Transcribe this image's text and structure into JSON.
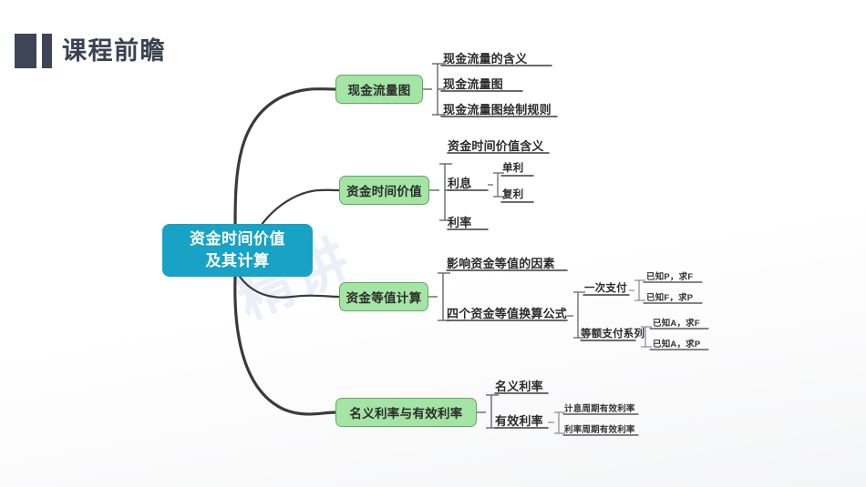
{
  "header": {
    "title": "课程前瞻",
    "accent_color": "#3d4557"
  },
  "watermark": {
    "text": "精讲",
    "color": "#cfe0f2"
  },
  "mindmap": {
    "root": {
      "label": "资金时间价值\n及其计算",
      "line1": "资金时间价值",
      "line2": "及其计算",
      "fill": "#17a2c6",
      "text_color": "#ffffff"
    },
    "branch_fill": "#a4e4a4",
    "branch_border": "#5fa95f",
    "branches": [
      {
        "label": "现金流量图",
        "children": [
          {
            "label": "现金流量的含义",
            "children": []
          },
          {
            "label": "现金流量图",
            "children": []
          },
          {
            "label": "现金流量图绘制规则",
            "children": []
          }
        ]
      },
      {
        "label": "资金时间价值",
        "children": [
          {
            "label": "资金时间价值含义",
            "children": []
          },
          {
            "label": "利息",
            "children": [
              {
                "label": "单利"
              },
              {
                "label": "复利"
              }
            ]
          },
          {
            "label": "利率",
            "children": []
          }
        ]
      },
      {
        "label": "资金等值计算",
        "children": [
          {
            "label": "影响资金等值的因素",
            "children": []
          },
          {
            "label": "四个资金等值换算公式",
            "children": [
              {
                "label": "一次支付",
                "children": [
                  {
                    "label": "已知P，求F"
                  },
                  {
                    "label": "已知F，求P"
                  }
                ]
              },
              {
                "label": "等额支付系列",
                "children": [
                  {
                    "label": "已知A，求F"
                  },
                  {
                    "label": "已知A，求P"
                  }
                ]
              }
            ]
          }
        ]
      },
      {
        "label": "名义利率与有效利率",
        "children": [
          {
            "label": "名义利率",
            "children": []
          },
          {
            "label": "有效利率",
            "children": [
              {
                "label": "计息周期有效利率"
              },
              {
                "label": "利率周期有效利率"
              }
            ]
          }
        ]
      }
    ]
  }
}
